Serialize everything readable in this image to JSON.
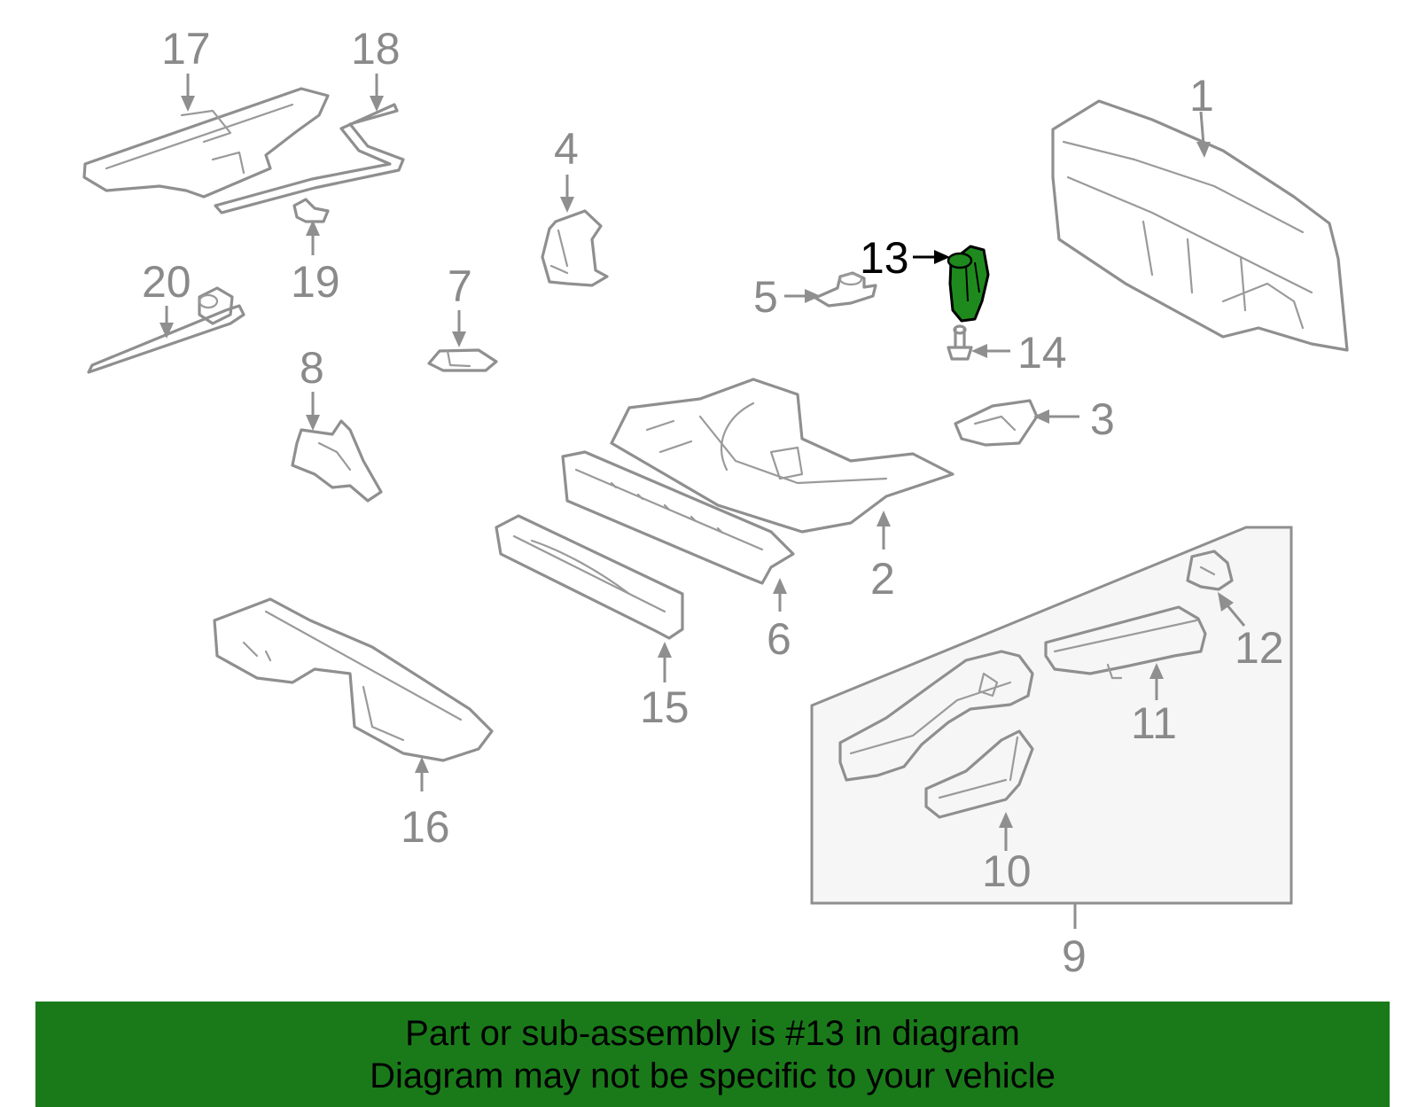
{
  "colors": {
    "highlight": "#1e8a1e",
    "banner": "#1a7a1a",
    "line": "#8f8f8f"
  },
  "callouts": {
    "c1": "1",
    "c2": "2",
    "c3": "3",
    "c4": "4",
    "c5": "5",
    "c6": "6",
    "c7": "7",
    "c8": "8",
    "c9": "9",
    "c10": "10",
    "c11": "11",
    "c12": "12",
    "c13": "13",
    "c14": "14",
    "c15": "15",
    "c16": "16",
    "c17": "17",
    "c18": "18",
    "c19": "19",
    "c20": "20"
  },
  "highlighted_part": "13",
  "banner": {
    "line1": "Part or sub-assembly is #13 in diagram",
    "line2": "Diagram may not be specific to your vehicle"
  }
}
